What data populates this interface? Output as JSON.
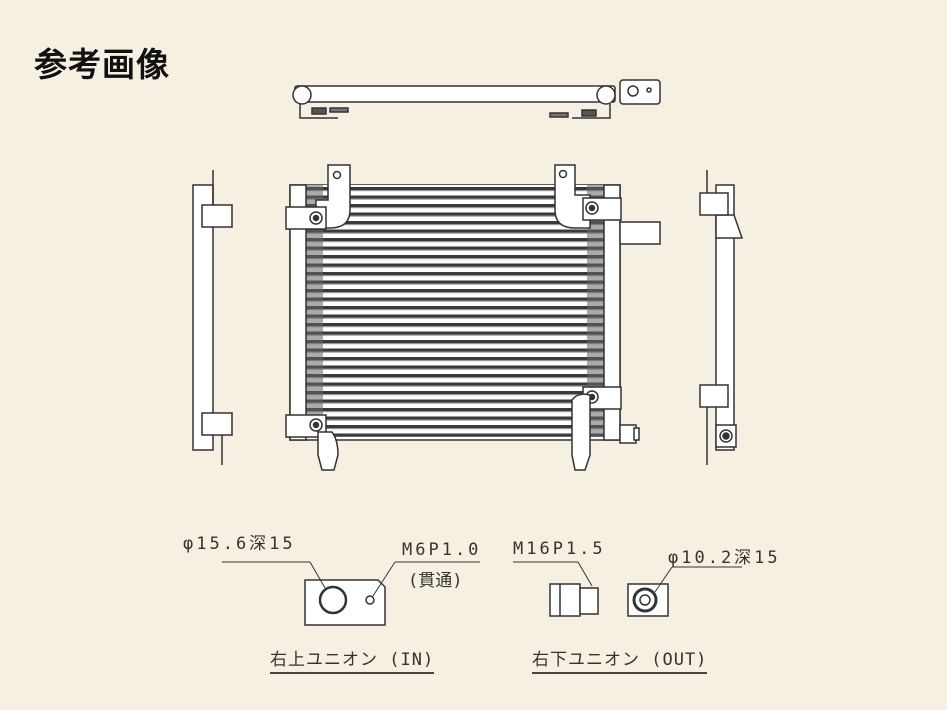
{
  "title": "参考画像",
  "views": {
    "top": "top-view",
    "front": "front-view",
    "left_side": "left-side-view",
    "right_side": "right-side-view"
  },
  "details": {
    "in_union": {
      "caption": "右上ユニオン (IN)",
      "bore_label": "φ15.6深15",
      "thread_label": "M6P1.0",
      "thread_note": "(貫通)"
    },
    "out_union": {
      "caption": "右下ユニオン (OUT)",
      "thread_label": "M16P1.5",
      "bore_label": "φ10.2深15"
    }
  },
  "colors": {
    "background": "#f6f0e2",
    "line": "#333333",
    "fill": "#ffffff"
  }
}
